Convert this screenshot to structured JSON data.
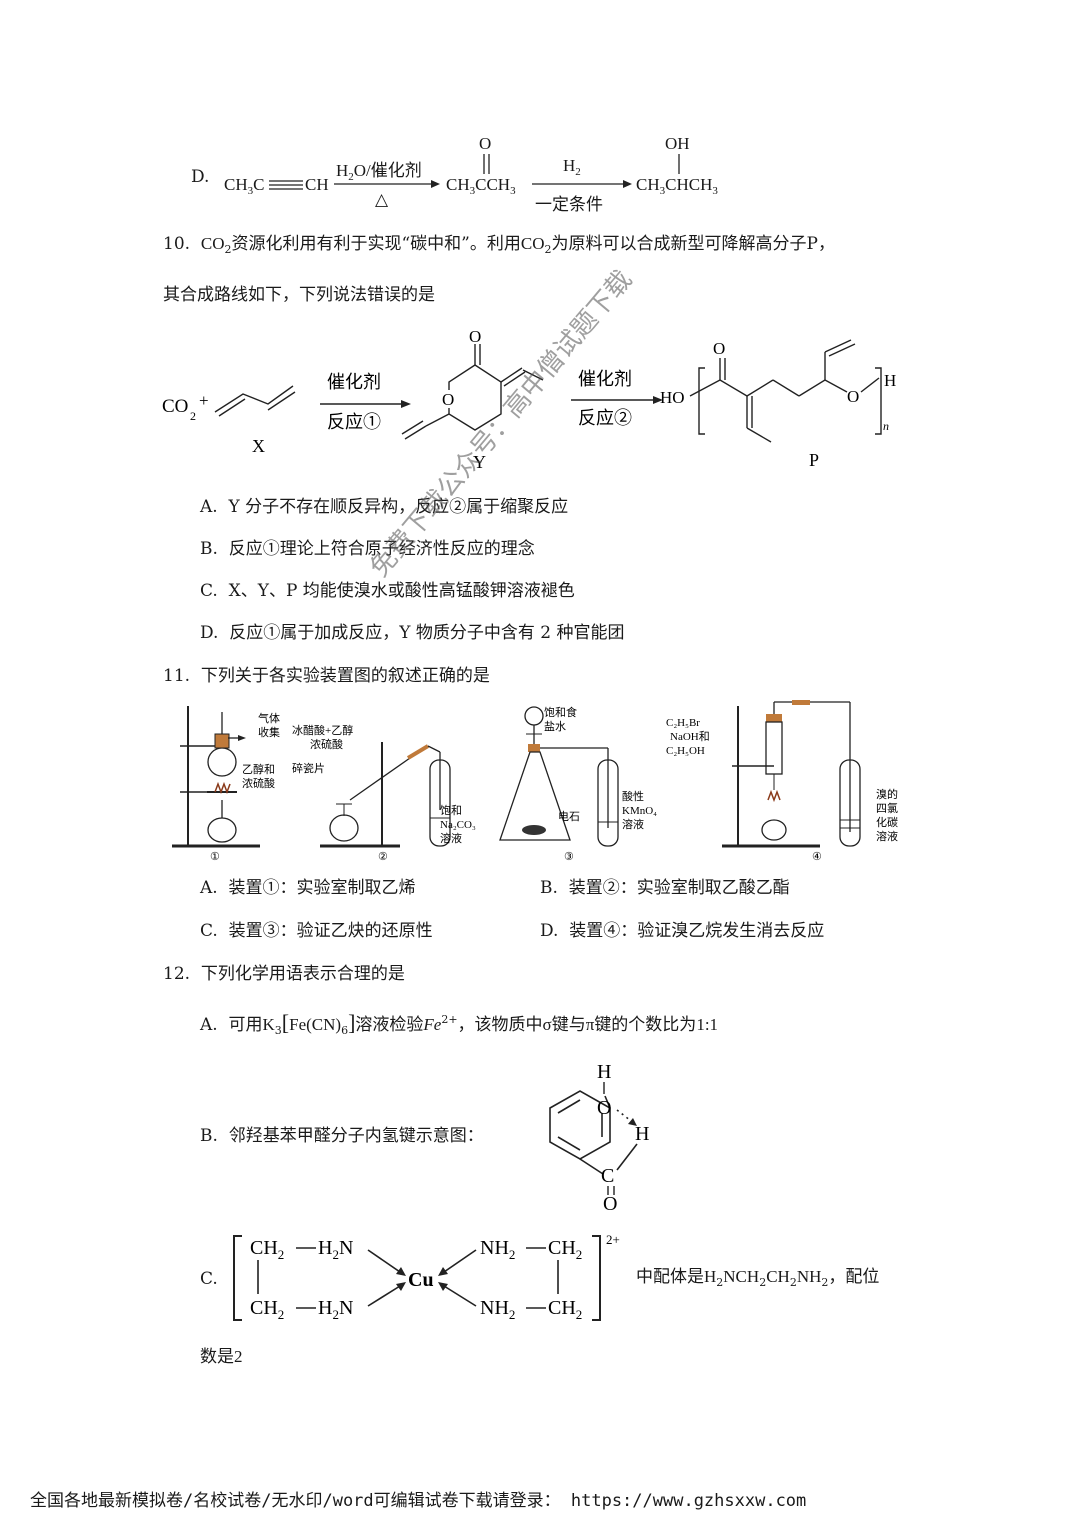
{
  "q9d": {
    "label": "D.",
    "r1": "CH",
    "r1b": "C",
    "r1c": "CH",
    "cond1_top": "H",
    "cond1_top_b": "O/催化剂",
    "cond1_bottom": "△",
    "p1_o": "O",
    "p1": "CH",
    "p1b": "CCH",
    "cond2_top": "H",
    "cond2_bottom": "一定条件",
    "p2_oh": "OH",
    "p2": "CH",
    "p2b": "CHCH",
    "n3": "3",
    "n2": "2"
  },
  "q10": {
    "number": "10.",
    "text1a": "CO",
    "text1b": "资源化利用有利于实现“碳中和”。利用",
    "text1c": "CO",
    "text1d": "为原料可以合成新型可降解高分子",
    "text1e": "P，",
    "text2": "其合成路线如下，下列说法错误的是",
    "scheme": {
      "co2": "CO",
      "plus": "+",
      "label_x": "X",
      "label_y": "Y",
      "label_p": "P",
      "arrow1_top": "催化剂",
      "arrow1_bottom": "反应①",
      "arrow2_top": "催化剂",
      "arrow2_bottom": "反应②",
      "o": "O",
      "ho": "HO",
      "h": "H",
      "n": "n"
    },
    "options": [
      {
        "label": "A.",
        "text": "Y 分子不存在顺反异构，反应②属于缩聚反应"
      },
      {
        "label": "B.",
        "text": "反应①理论上符合原子经济性反应的理念"
      },
      {
        "label": "C.",
        "text": "X、Y、P 均能使溴水或酸性高锰酸钾溶液褪色"
      },
      {
        "label": "D.",
        "text": "反应①属于加成反应，Y 物质分子中含有 2 种官能团"
      }
    ]
  },
  "q11": {
    "number": "11.",
    "text": "下列关于各实验装置图的叙述正确的是",
    "fig": {
      "l1a": "气体",
      "l1b": "收集",
      "l1c": "乙醇和",
      "l1d": "浓硫酸",
      "l2a": "冰醋酸+乙醇",
      "l2b": "浓硫酸",
      "l2c": "碎瓷片",
      "l2d": "饱和",
      "l2e": "Na",
      "l2f": "溶液",
      "l3a": "饱和食",
      "l3b": "盐水",
      "l3c": "电石",
      "l3d": "酸性",
      "l3e": "KMnO",
      "l3f": "溶液",
      "l4a": "C",
      "l4b": "NaOH和",
      "l4c": "C",
      "l4d": "溴的",
      "l4e": "四氯",
      "l4f": "化碳",
      "l4g": "溶液",
      "n1": "①",
      "n2": "②",
      "n3": "③",
      "n4": "④"
    },
    "options": [
      {
        "label": "A.",
        "text": "装置①：实验室制取乙烯"
      },
      {
        "label": "B.",
        "text": "装置②：实验室制取乙酸乙酯"
      },
      {
        "label": "C.",
        "text": "装置③：验证乙炔的还原性"
      },
      {
        "label": "D.",
        "text": "装置④：验证溴乙烷发生消去反应"
      }
    ]
  },
  "q12": {
    "number": "12.",
    "text": "下列化学用语表示合理的是",
    "a": {
      "label": "A.",
      "t1": "可用",
      "k": "K",
      "fe_cn": "Fe(CN)",
      "t2": "溶液检验",
      "fe": "Fe",
      "t3": "，该物质中",
      "sigma": "σ",
      "t4": "键与",
      "pi": "π",
      "t5": "键的个数比为",
      "ratio": "1:1"
    },
    "b": {
      "label": "B.",
      "text": "邻羟基苯甲醛分子内氢键示意图：",
      "h1": "H",
      "o1": "O",
      "h2": "H",
      "c": "C",
      "o2": "O"
    },
    "c": {
      "label": "C.",
      "ch2": "CH",
      "h2n": "H",
      "n": "N",
      "nh2": "NH",
      "cu": "Cu",
      "charge": "2+",
      "t1": "中配体是",
      "ligand": "H",
      "t2": "，配位",
      "t3": "数是",
      "num": "2"
    }
  },
  "watermark": "免费下载公众号：高中僧试题下载",
  "footer": "全国各地最新模拟卷/名校试卷/无水印/word可编辑试卷下载请登录： https://www.gzhsxxw.com"
}
